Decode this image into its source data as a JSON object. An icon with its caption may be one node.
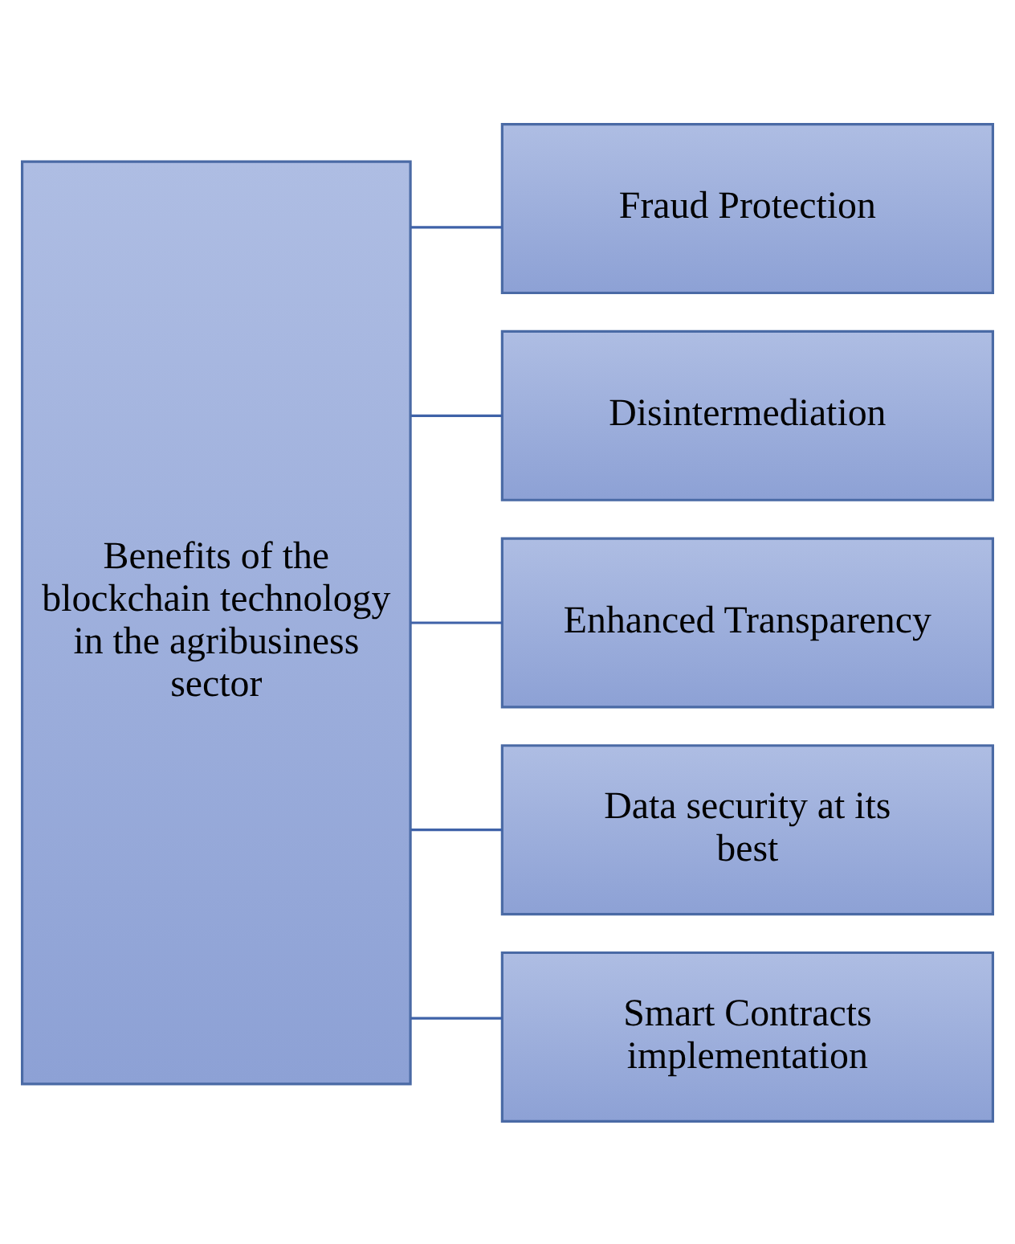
{
  "diagram": {
    "nodes": [
      {
        "text": [
          "Benefits of the blockchain technology in the agribusiness sector"
        ]
      },
      {
        "text": [
          "Fraud Protection"
        ]
      },
      {
        "text": [
          "Disintermediation"
        ]
      },
      {
        "text": [
          "Enhanced Transparency"
        ]
      },
      {
        "text": [
          "Data security at its best"
        ]
      },
      {
        "text": [
          "Smart Contracts implementation"
        ]
      }
    ],
    "edges": [
      {
        "from": 0,
        "to": 1,
        "arrow": "none"
      },
      {
        "from": 0,
        "to": 2,
        "arrow": "none"
      },
      {
        "from": 0,
        "to": 3,
        "arrow": "none"
      },
      {
        "from": 0,
        "to": 4,
        "arrow": "none"
      },
      {
        "from": 0,
        "to": 5,
        "arrow": "none"
      }
    ]
  }
}
